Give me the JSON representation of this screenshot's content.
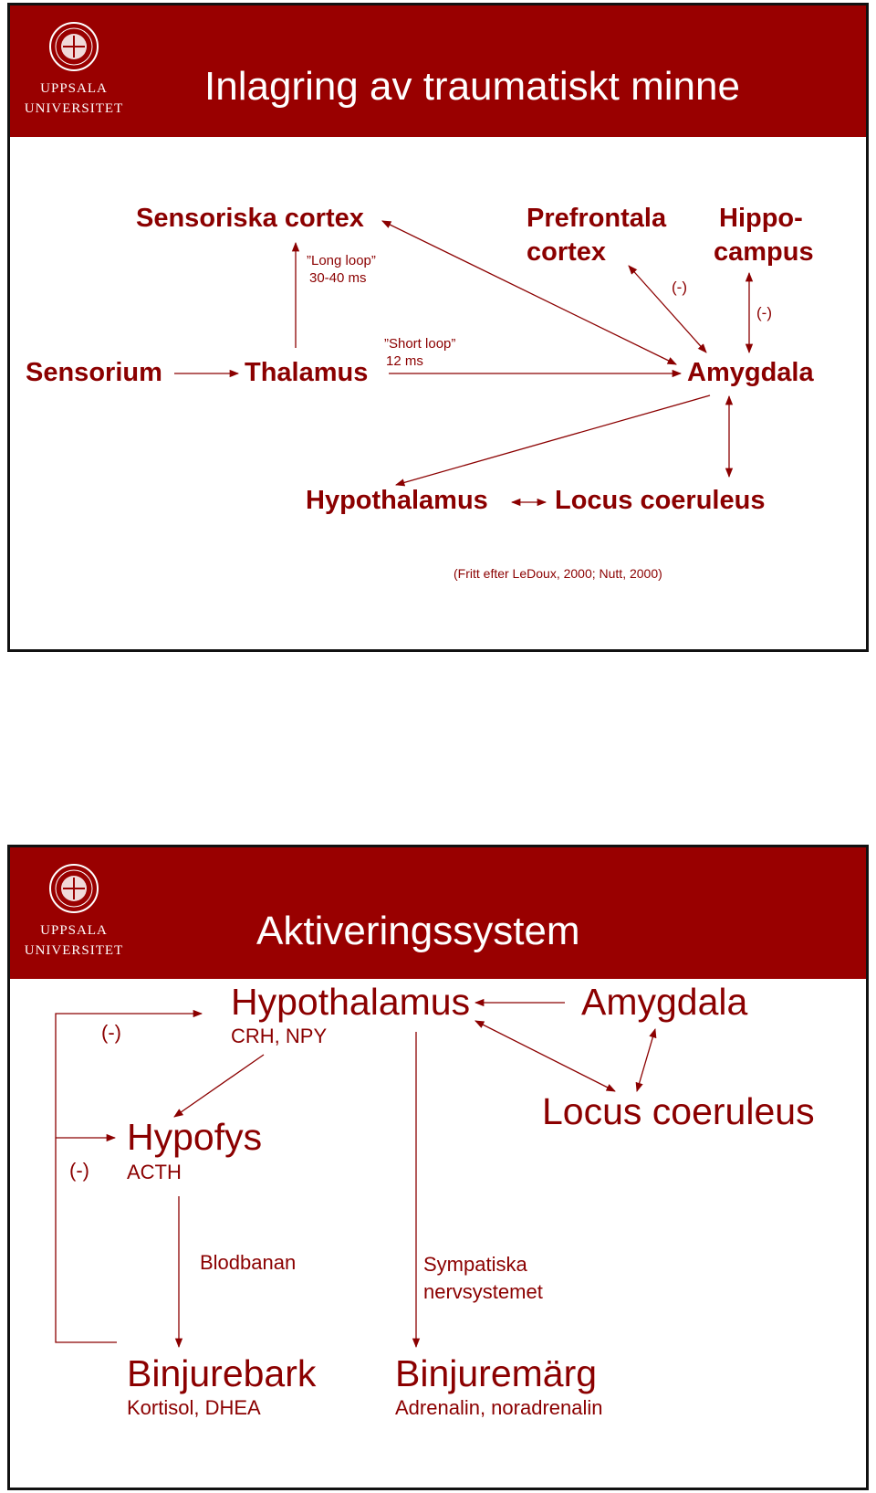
{
  "logo": {
    "line1": "UPPSALA",
    "line2": "UNIVERSITET"
  },
  "slide1": {
    "title": "Inlagring av traumatiskt minne",
    "nodes": {
      "sensoriska_cortex": "Sensoriska cortex",
      "prefrontala_1": "Prefrontala",
      "prefrontala_2": "cortex",
      "hippo_1": "Hippo-",
      "hippo_2": "campus",
      "sensorium": "Sensorium",
      "thalamus": "Thalamus",
      "amygdala": "Amygdala",
      "hypothalamus": "Hypothalamus",
      "locus": "Locus coeruleus"
    },
    "labels": {
      "long_loop_1": "”Long loop”",
      "long_loop_2": "30-40 ms",
      "short_loop_1": "”Short loop”",
      "short_loop_2": "12 ms",
      "neg_prefrontal": "(-)",
      "neg_hippo": "(-)"
    },
    "citation": "(Fritt efter  LeDoux, 2000; Nutt, 2000)"
  },
  "slide2": {
    "title": "Aktiveringssystem",
    "nodes": {
      "hypothalamus": "Hypothalamus",
      "hypothalamus_sub": "CRH, NPY",
      "amygdala": "Amygdala",
      "locus": "Locus coeruleus",
      "hypofys": "Hypofys",
      "hypofys_sub": "ACTH",
      "binjurebark": "Binjurebark",
      "binjurebark_sub": "Kortisol, DHEA",
      "binjuremarg": "Binjuremärg",
      "binjuremarg_sub": "Adrenalin, noradrenalin"
    },
    "labels": {
      "neg_top": "(-)",
      "neg_mid": "(-)",
      "blodbanan": "Blodbanan",
      "sympatiska_1": "Sympatiska",
      "sympatiska_2": "nervsystemet"
    }
  },
  "colors": {
    "header": "#990000",
    "text": "#8b0000",
    "title": "#ffffff"
  }
}
